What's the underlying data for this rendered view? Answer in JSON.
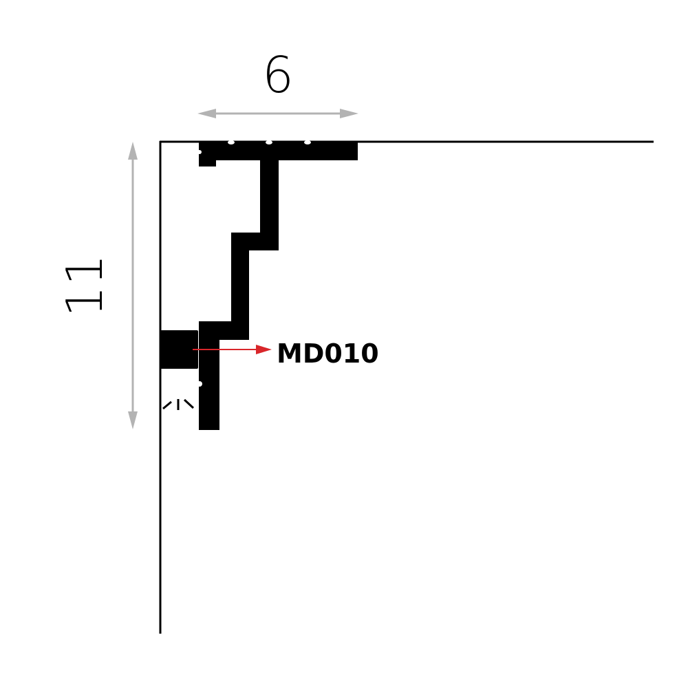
{
  "dimensions": {
    "width_label": "6",
    "height_label": "11"
  },
  "product": {
    "code": "MD010"
  },
  "colors": {
    "profile": "#000000",
    "dimension_arrow": "#b3b3b3",
    "pointer_arrow": "#d9262a"
  }
}
